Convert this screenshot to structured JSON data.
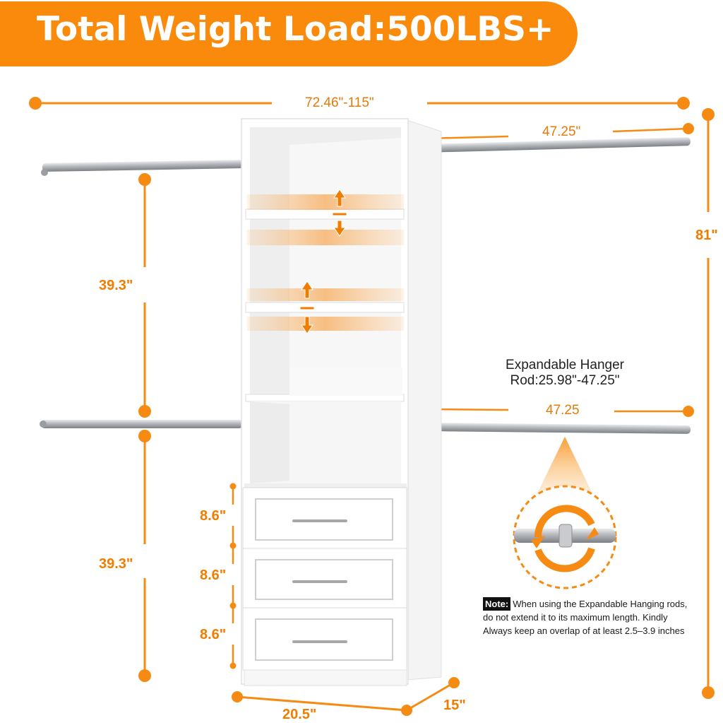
{
  "banner": {
    "title": "Total Weight Load:500LBS+"
  },
  "dimensions": {
    "total_width": "72.46\"-115\"",
    "rod_top_right": "47.25\"",
    "rod_bottom_right": "47.25",
    "height_total": "81\"",
    "hang_upper": "39.3\"",
    "hang_lower": "39.3\"",
    "drawer_1": "8.6\"",
    "drawer_2": "8.6\"",
    "drawer_3": "8.6\"",
    "base_width": "20.5\"",
    "base_depth": "15\""
  },
  "callout": {
    "title_line1": "Expandable Hanger",
    "title_line2": "Rod:25.98\"-47.25\""
  },
  "note": {
    "badge": "Note:",
    "text": "When using the Expandable Hanging rods, do not extend it to its maximum length. Kindly Always keep an overlap of at least 2.5–3.9 inches"
  },
  "colors": {
    "accent": "#f98a0c",
    "rod": "#b9bcc0",
    "cabinet": "#ffffff"
  }
}
